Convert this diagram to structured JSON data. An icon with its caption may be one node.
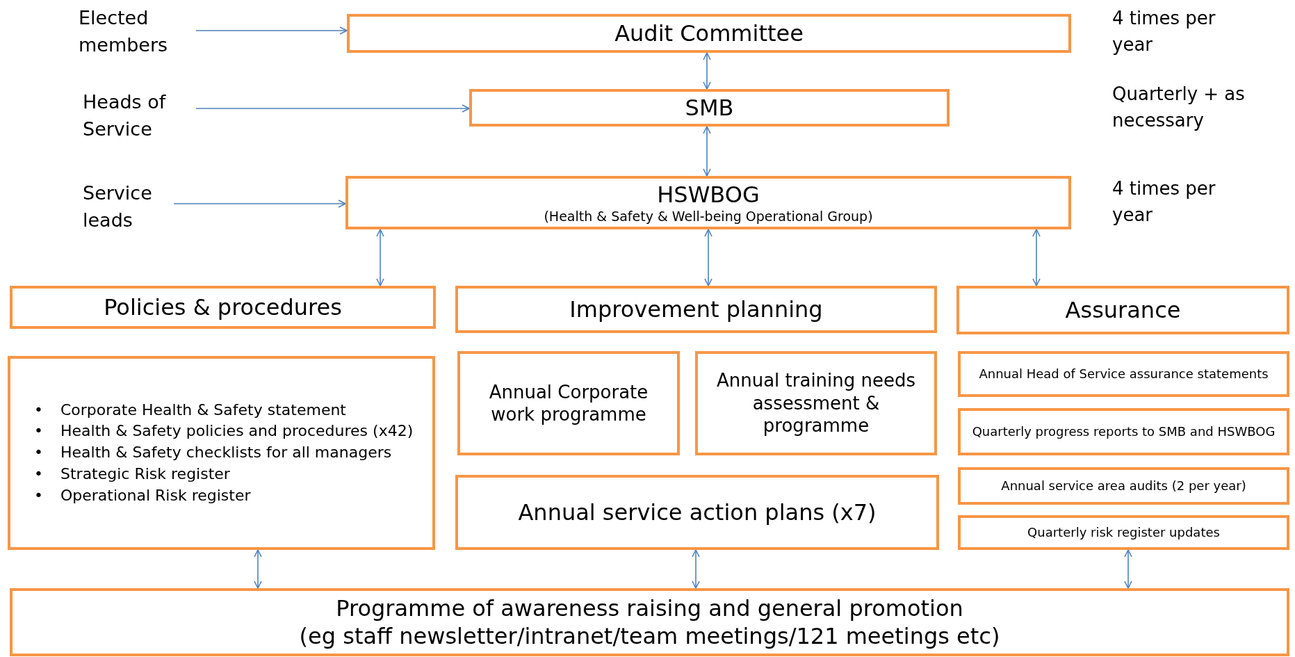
{
  "diagram": {
    "nodes": [
      {
        "text": [
          "Elected members"
        ]
      },
      {
        "text": [
          "Audit Committee"
        ]
      },
      {
        "text": [
          "Heads of Service"
        ]
      },
      {
        "text": [
          "SMB"
        ]
      },
      {
        "text": [
          "Service leads"
        ]
      },
      {
        "text": [
          "HSWBOG",
          "(Health & Safety & Well-being Operational Group)"
        ]
      },
      {
        "text": [
          "Policies & procedures"
        ]
      },
      {
        "text": [
          "Improvement planning"
        ]
      },
      {
        "text": [
          "Assurance"
        ]
      },
      {
        "text": [
          "• Corporate Health & Safety statement",
          "• Health & Safety policies and procedures (x42)",
          "• Health & Safety checklists for all managers",
          "• Strategic Risk register",
          "• Operational Risk register"
        ]
      },
      {
        "text": [
          "Annual Corporate work programme"
        ]
      },
      {
        "text": [
          "Annual training needs assessment & programme"
        ]
      },
      {
        "text": [
          "Annual service action plans (x7)"
        ]
      },
      {
        "text": [
          "Annual Head of Service assurance statements"
        ]
      },
      {
        "text": [
          "Quarterly progress reports to SMB and HSWBOG"
        ]
      },
      {
        "text": [
          "Annual service area audits (2 per year)"
        ]
      },
      {
        "text": [
          "Quarterly risk register updates"
        ]
      },
      {
        "text": [
          "Programme of awareness raising and general promotion",
          "(eg staff newsletter/intranet/team meetings/121 meetings etc)"
        ]
      }
    ],
    "edges": [
      {
        "from": 0,
        "to": 1,
        "arrow": "to"
      },
      {
        "from": 1,
        "to": 3,
        "arrow": "both"
      },
      {
        "from": 2,
        "to": 3,
        "arrow": "to"
      },
      {
        "from": 3,
        "to": 5,
        "arrow": "both"
      },
      {
        "from": 4,
        "to": 5,
        "arrow": "to"
      },
      {
        "from": 5,
        "to": 6,
        "arrow": "both"
      },
      {
        "from": 5,
        "to": 7,
        "arrow": "both"
      },
      {
        "from": 5,
        "to": 8,
        "arrow": "both"
      },
      {
        "from": 9,
        "to": 17,
        "arrow": "both"
      },
      {
        "from": 12,
        "to": 17,
        "arrow": "both"
      },
      {
        "from": 16,
        "to": 17,
        "arrow": "both"
      }
    ],
    "labels": [
      "4 times per year",
      "Quarterly + as necessary",
      "4 times per year"
    ]
  }
}
